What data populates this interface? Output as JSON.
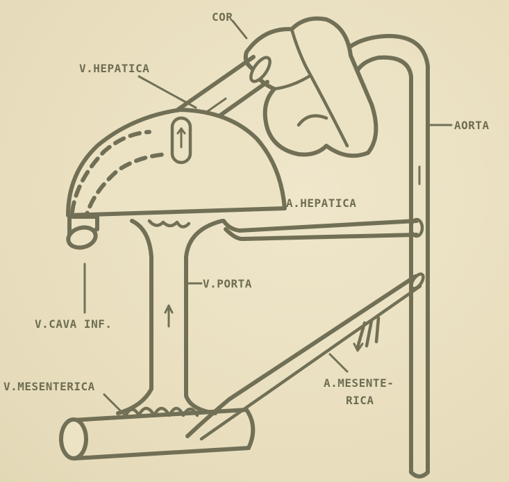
{
  "labels": {
    "cor": "COR",
    "v_hepatica": "V.HEPATICA",
    "aorta": "AORTA",
    "a_hepatica": "A.HEPATICA",
    "v_porta": "V.PORTA",
    "v_cava_inf": "V.CAVA INF.",
    "v_mesenterica": "V.MESENTERICA",
    "a_mesenterica_line1": "A.MESENTE-",
    "a_mesenterica_line2": "RICA"
  },
  "colors": {
    "ink": "#717056",
    "paper": "#ece2c4"
  }
}
